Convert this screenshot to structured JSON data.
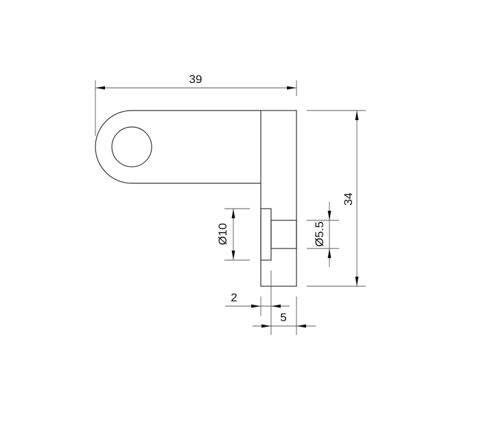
{
  "drawing": {
    "type": "technical-drawing",
    "units": "mm",
    "dimensions": {
      "overall_length": "39",
      "overall_height": "34",
      "flange_diameter": "Ø10",
      "pin_diameter": "Ø5.5",
      "flange_thickness": "2",
      "pin_length": "5"
    },
    "colors": {
      "background": "#ffffff",
      "line": "#333333",
      "text": "#111111"
    }
  }
}
